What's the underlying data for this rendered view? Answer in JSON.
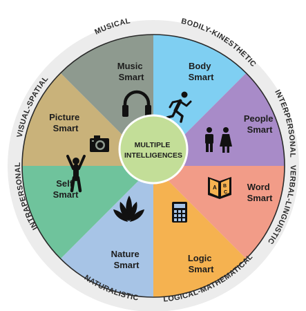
{
  "diagram": {
    "center": {
      "line1": "MULTIPLE",
      "line2": "INTELLIGENCES",
      "color": "#c3de98"
    },
    "ring_color": "#ececec",
    "segments": [
      {
        "id": "music",
        "line1": "Music",
        "line2": "Smart",
        "ring_label": "MUSICAL",
        "color": "#7fcff2",
        "icon": "headphones-icon"
      },
      {
        "id": "body",
        "line1": "Body",
        "line2": "Smart",
        "ring_label": "BODILY-KINESTHETIC",
        "color": "#a88bc8",
        "icon": "running-person-icon"
      },
      {
        "id": "people",
        "line1": "People",
        "line2": "Smart",
        "ring_label": "INTERPERSONAL",
        "color": "#f29c88",
        "icon": "people-icon"
      },
      {
        "id": "word",
        "line1": "Word",
        "line2": "Smart",
        "ring_label": "VERBAL-LINGUISTIC",
        "color": "#f5b250",
        "icon": "book-icon"
      },
      {
        "id": "logic",
        "line1": "Logic",
        "line2": "Smart",
        "ring_label": "LOGICAL-MATHEMATICAL",
        "color": "#a7c4e6",
        "icon": "calculator-icon"
      },
      {
        "id": "nature",
        "line1": "Nature",
        "line2": "Smart",
        "ring_label": "NATURALISTIC",
        "color": "#6fc39c",
        "icon": "plant-icon"
      },
      {
        "id": "self",
        "line1": "Self",
        "line2": "Smart",
        "ring_label": "INTRAPERSONAL",
        "color": "#c9b27a",
        "icon": "person-arms-up-icon"
      },
      {
        "id": "picture",
        "line1": "Picture",
        "line2": "Smart",
        "ring_label": "VISUAL-SPATIAL",
        "color": "#8e9a8f",
        "icon": "camera-icon"
      }
    ]
  }
}
